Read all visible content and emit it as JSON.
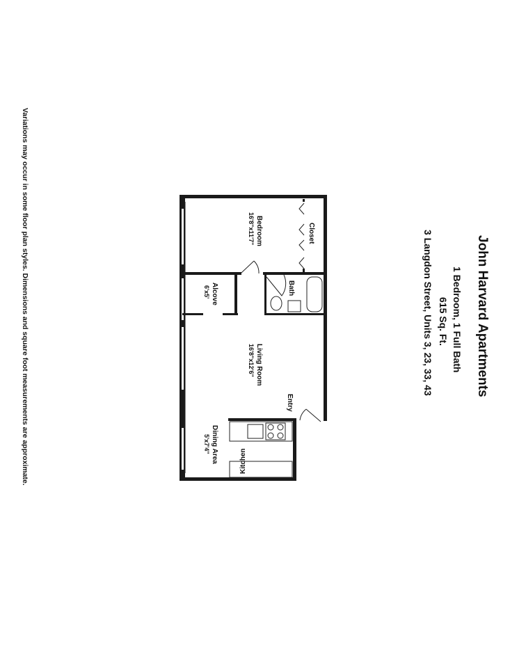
{
  "header": {
    "title": "John Harvard Apartments",
    "line1": "1 Bedroom, 1 Full Bath",
    "line2": "615 Sq. Ft.",
    "line3": "3 Langdon Street, Units 3, 23, 33, 43"
  },
  "rooms": {
    "closet": {
      "name": "Closet"
    },
    "bedroom": {
      "name": "Bedroom",
      "size": "16'8\"x11'7\""
    },
    "bath": {
      "name": "Bath"
    },
    "alcove": {
      "name": "Alcove",
      "size": "6'x5'"
    },
    "living": {
      "name": "Living Room",
      "size": "16'8\"x12'6\""
    },
    "entry": {
      "name": "Entry"
    },
    "kitchen": {
      "name": "Kitchen"
    },
    "dining": {
      "name": "Dining Area",
      "size": "5'x7'4\""
    }
  },
  "footer": {
    "disclaimer": "Variations may occur in some floor plan styles. Dimensions and square foot measurements are approximate."
  }
}
